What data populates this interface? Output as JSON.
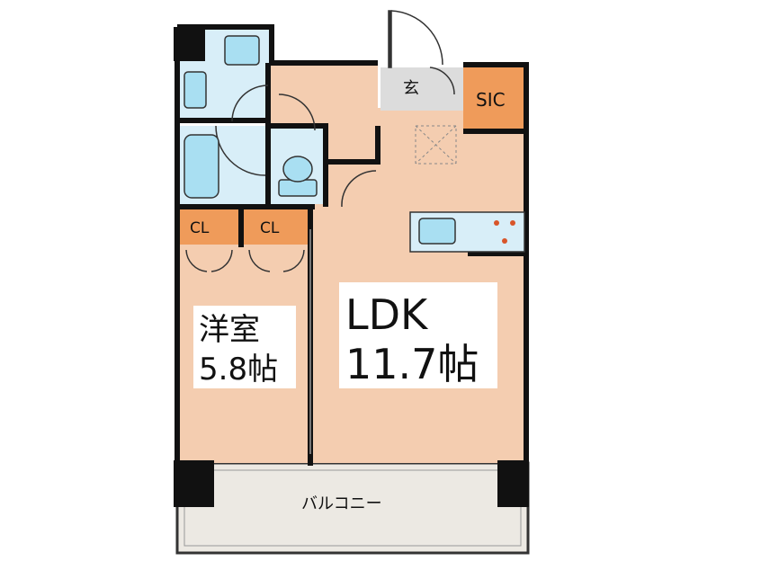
{
  "floorplan": {
    "rooms": {
      "entrance": "玄",
      "sic": "SIC",
      "closet_1": "CL",
      "closet_2": "CL",
      "western_room_name": "洋室",
      "western_room_size": "5.8帖",
      "ldk_name": "LDK",
      "ldk_size": "11.7帖",
      "balcony": "バルコニー"
    },
    "colors": {
      "room_floor": "#f4cdb0",
      "wet_area": "#d8eef8",
      "closet": "#ef9b5a",
      "balcony": "#ece9e3",
      "entrance": "#dcdcdc",
      "wall": "#111111"
    }
  }
}
